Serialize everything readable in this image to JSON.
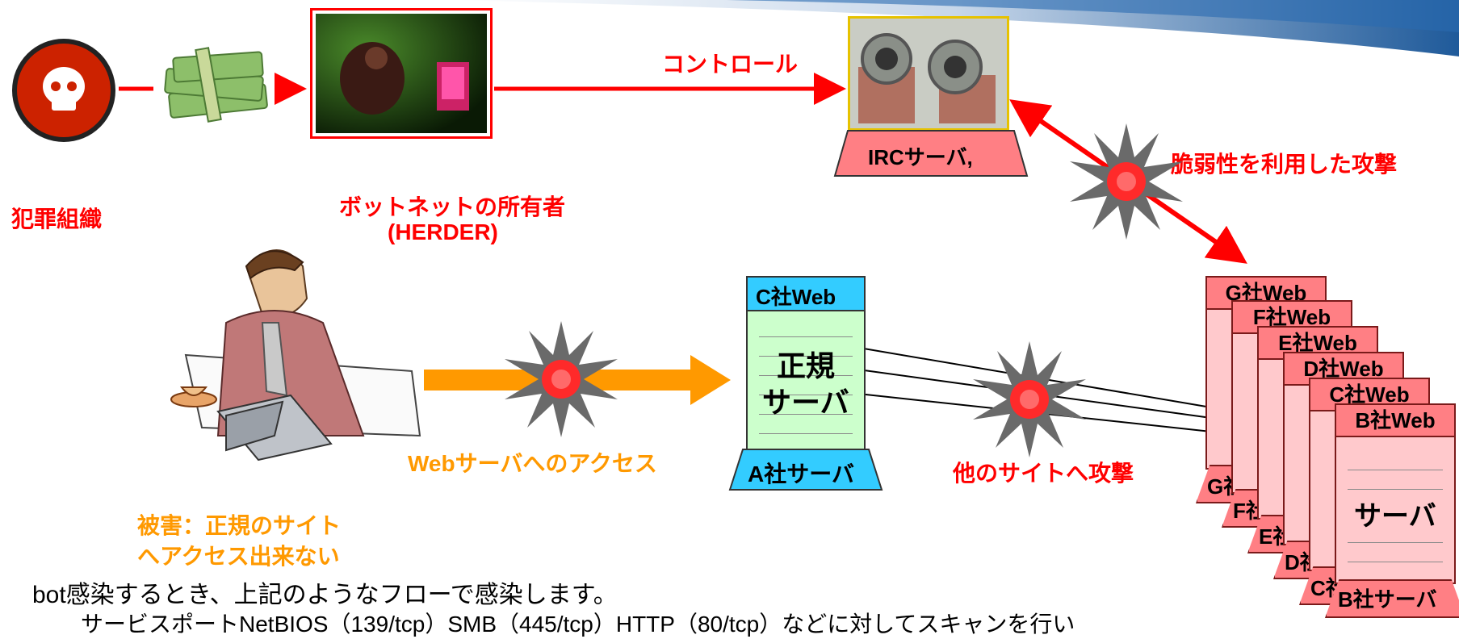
{
  "top_labels": {
    "control": "コントロール",
    "irc_server": "IRCサーバ,",
    "vuln_attack": "脆弱性を利用した攻撃",
    "crime_org": "犯罪組織",
    "herder_line1": "ボットネットの所有者",
    "herder_line2": "(HERDER)"
  },
  "middle_labels": {
    "c_web": "C社Web",
    "legit_server_line1": "正規",
    "legit_server_line2": "サーバ",
    "a_server": "A社サーバ",
    "web_access": "Webサーバへのアクセス",
    "attack_other": "他のサイトへ攻撃",
    "damage_line1": "被害：正規のサイト",
    "damage_line2": "へアクセス出来ない"
  },
  "stack": {
    "headers": [
      "G社Web",
      "F社Web",
      "E社Web",
      "D社Web",
      "C社Web",
      "B社Web"
    ],
    "footers": [
      "G社",
      "F社",
      "E社",
      "D社",
      "C社",
      "B社サーバ"
    ],
    "front_body": "サーバ"
  },
  "body_text": {
    "line1": "bot感染するとき、上記のようなフローで感染します。",
    "line2": "サービスポートNetBIOS（139/tcp）SMB（445/tcp）HTTP（80/tcp）などに対してスキャンを行い"
  },
  "colors": {
    "red": "#ff0000",
    "orange": "#ff9900",
    "card_pink": "#ffc9cc",
    "card_header": "#ff7f84",
    "server_green": "#ccffcc",
    "server_cyan": "#33ccff"
  }
}
